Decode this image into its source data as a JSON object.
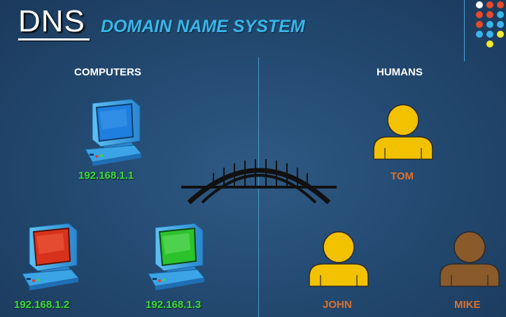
{
  "header": {
    "title": "DNS",
    "subtitle": "DOMAIN NAME SYSTEM"
  },
  "sections": {
    "computers_label": "COMPUTERS",
    "humans_label": "HUMANS"
  },
  "computers": [
    {
      "ip": "192.168.1.1",
      "screen_color": "#1f7fe0"
    },
    {
      "ip": "192.168.1.2",
      "screen_color": "#d8321c"
    },
    {
      "ip": "192.168.1.3",
      "screen_color": "#2cc22c"
    }
  ],
  "humans": [
    {
      "name": "TOM",
      "color": "#f2c100"
    },
    {
      "name": "JOHN",
      "color": "#f2c100"
    },
    {
      "name": "MIKE",
      "color": "#8a5a2b"
    }
  ],
  "colors": {
    "accent": "#38b6e8",
    "ip_text": "#3fd83f",
    "name_text": "#d9722e",
    "dot_white": "#ffffff",
    "dot_red": "#e84a2a",
    "dot_blue": "#3ab4ea",
    "dot_yellow": "#f5ea2a"
  }
}
